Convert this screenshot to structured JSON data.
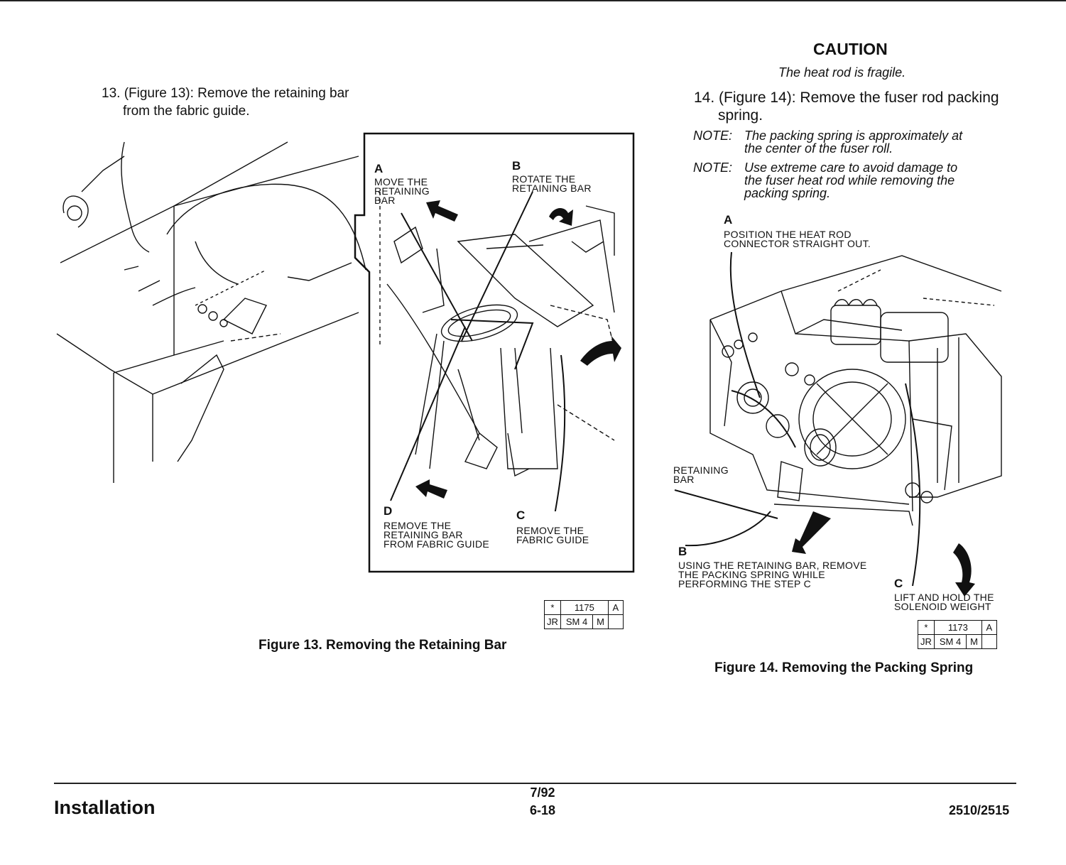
{
  "left": {
    "step13": {
      "line1": "13. (Figure 13): Remove the retaining bar",
      "line2": "from the fabric guide."
    },
    "callouts": {
      "a_letter": "A",
      "a_text": "MOVE THE\nRETAINING\nBAR",
      "b_letter": "B",
      "b_text": "ROTATE THE\nRETAINING BAR",
      "c_letter": "C",
      "c_text": "REMOVE THE\nFABRIC GUIDE",
      "d_letter": "D",
      "d_text": "REMOVE THE\nRETAINING BAR\nFROM FABRIC GUIDE"
    },
    "ref_table": {
      "star": "*",
      "number": "1175",
      "rev": "A",
      "author": "JR",
      "sm": "SM 4",
      "m": "M",
      "blank": ""
    },
    "caption": "Figure 13. Removing the Retaining Bar"
  },
  "right": {
    "caution": {
      "title": "CAUTION",
      "text": "The heat rod is fragile."
    },
    "step14": {
      "line1": "14. (Figure 14): Remove the fuser rod packing",
      "line2": "spring."
    },
    "notes": [
      {
        "label": "NOTE:",
        "text": "The packing spring is approximately at\nthe center of the fuser roll."
      },
      {
        "label": "NOTE:",
        "text": "Use extreme care to avoid damage to\nthe fuser heat rod while removing the\npacking spring."
      }
    ],
    "callouts": {
      "a_letter": "A",
      "a_text": "POSITION THE HEAT ROD\nCONNECTOR STRAIGHT OUT.",
      "retaining_bar": "RETAINING\nBAR",
      "b_letter": "B",
      "b_text": "USING THE RETAINING BAR, REMOVE\nTHE PACKING SPRING WHILE\nPERFORMING THE STEP C",
      "c_letter": "C",
      "c_text": "LIFT AND HOLD THE\nSOLENOID WEIGHT"
    },
    "ref_table": {
      "star": "*",
      "number": "1173",
      "rev": "A",
      "author": "JR",
      "sm": "SM 4",
      "m": "M",
      "blank": ""
    },
    "caption": "Figure 14. Removing the Packing Spring"
  },
  "footer": {
    "section": "Installation",
    "date": "7/92",
    "page": "6-18",
    "model": "2510/2515"
  }
}
